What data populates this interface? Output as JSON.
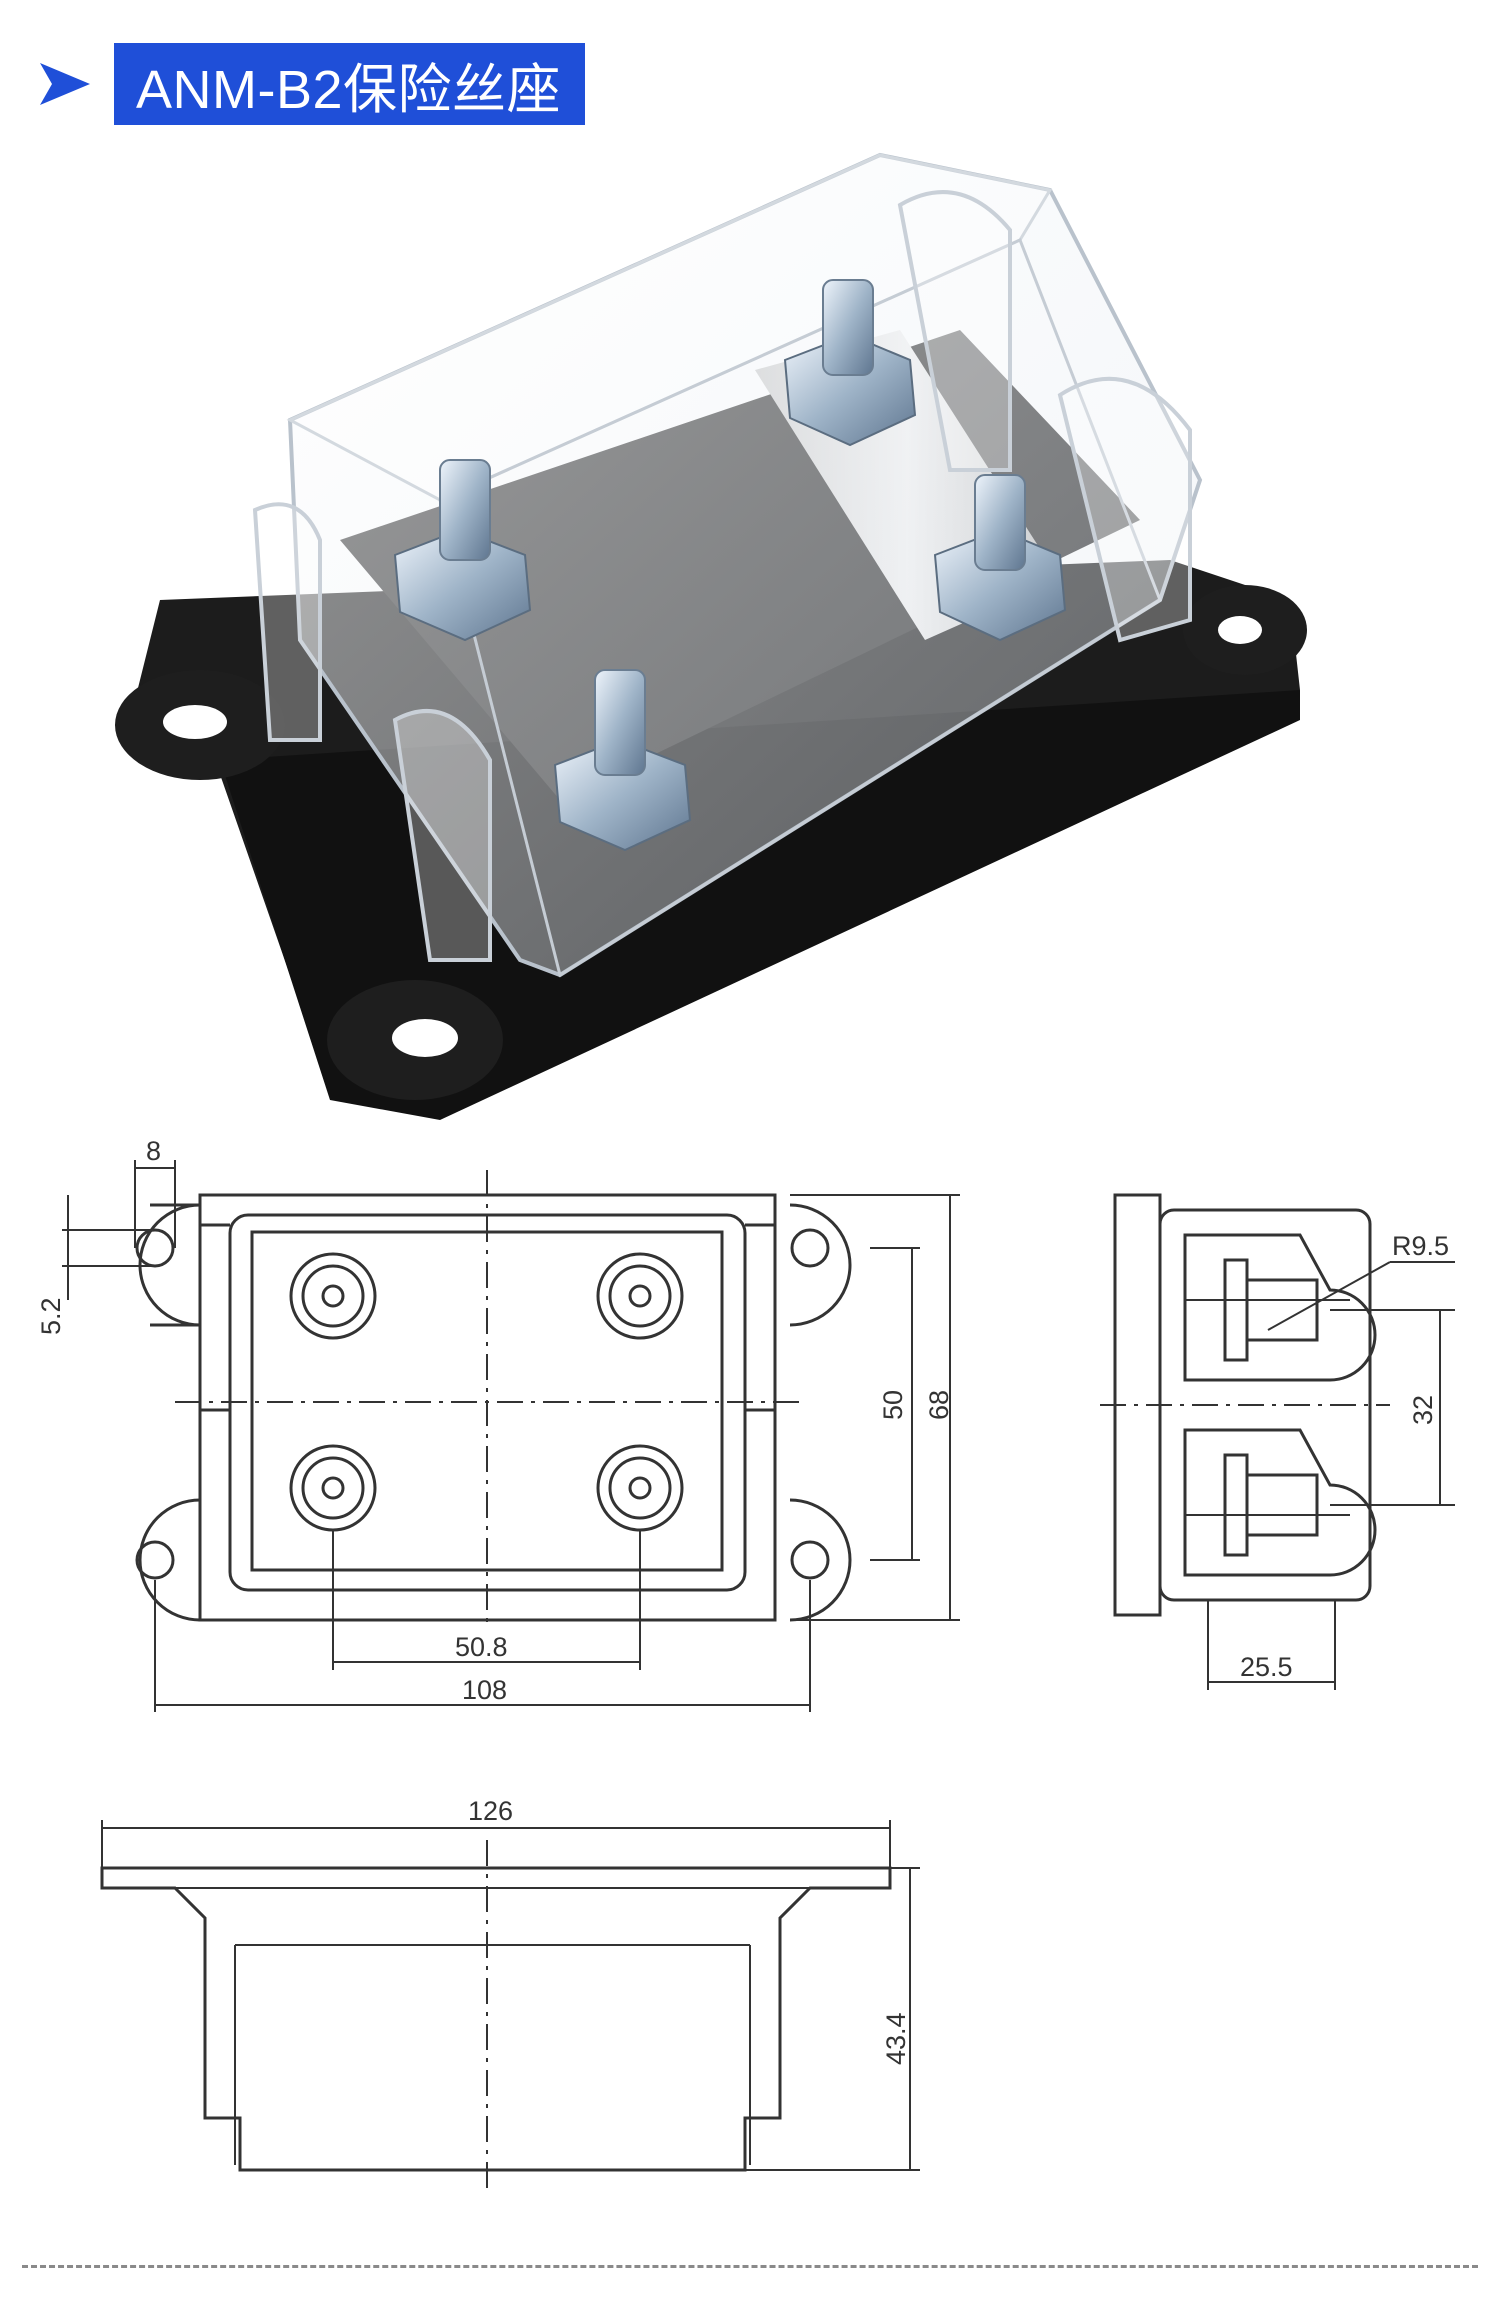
{
  "header": {
    "title": "ANM-B2保险丝座",
    "accent_color": "#1f4fd8",
    "icon": "play-arrow-icon"
  },
  "dimensions": {
    "top_view": {
      "mount_hole_width": "8",
      "mount_hole_diameter": "5.2",
      "inner_height": "50",
      "outer_height": "68",
      "terminal_spacing": "50.8",
      "mount_spacing": "108"
    },
    "side_view": {
      "cover_radius": "R9.5",
      "terminal_spacing": "32",
      "depth": "25.5"
    },
    "front_view": {
      "overall_length": "126",
      "height": "43.4"
    }
  }
}
